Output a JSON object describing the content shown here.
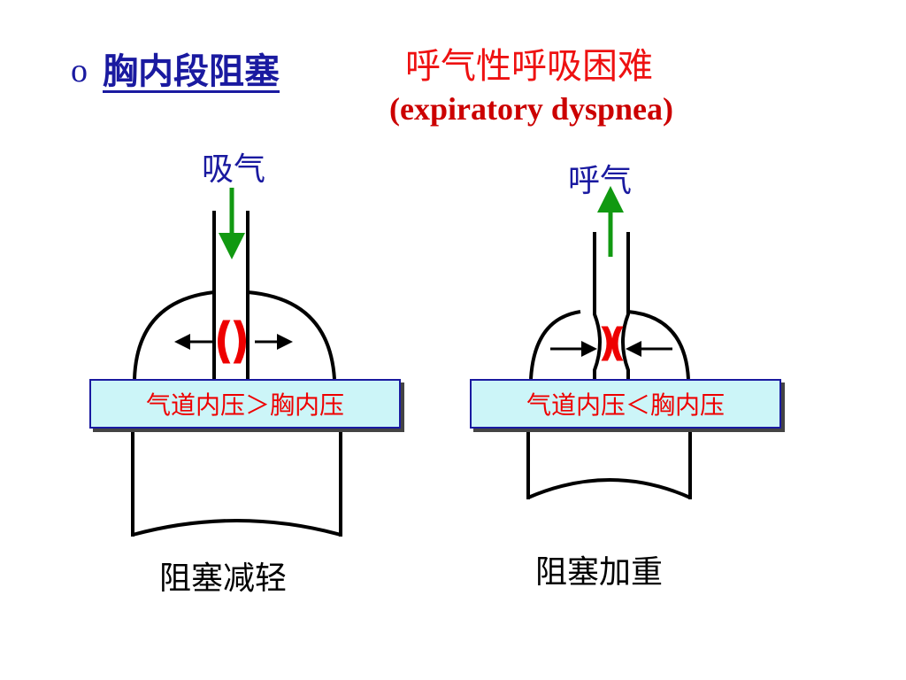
{
  "header": {
    "bullet": "o",
    "section_title": "胸内段阻塞",
    "title": "呼气性呼吸困难",
    "subtitle": "(expiratory dyspnea)"
  },
  "left_panel": {
    "flow_label": "吸气",
    "pressure_label": "气道内压＞胸内压",
    "result_label": "阻塞减轻",
    "arrow_icon": "arrow-down-icon",
    "force_direction": "outward"
  },
  "right_panel": {
    "flow_label": "呼气",
    "pressure_label": "气道内压＜胸内压",
    "result_label": "阻塞加重",
    "arrow_icon": "arrow-up-icon",
    "force_direction": "inward"
  },
  "colors": {
    "title_blue": "#1a1aa0",
    "title_red": "#ee1111",
    "airflow_green": "#119911",
    "obstruction_red": "#ee0000",
    "box_fill": "#ccf5f8"
  }
}
